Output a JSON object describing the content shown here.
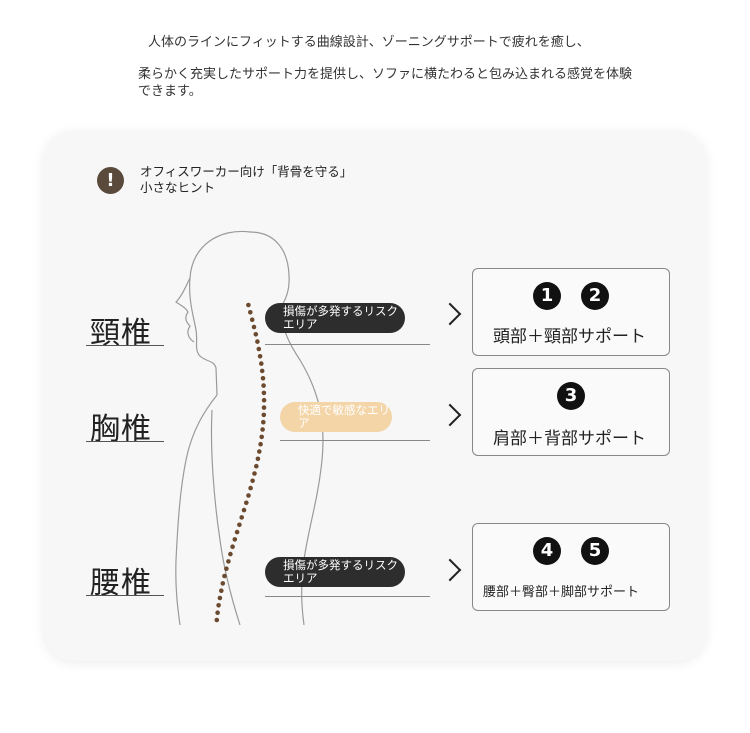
{
  "intro": {
    "line1": "人体のラインにフィットする曲線設計、ゾーニングサポートで疲れを癒し、",
    "line2": "柔らかく充実したサポート力を提供し、ソファに横たわると包み込まれる感覚を体験できます。"
  },
  "hint": {
    "icon_glyph": "!",
    "title": "オフィスワーカー向け「背骨を守る」",
    "subtitle": "小さなヒント"
  },
  "regions": [
    {
      "label": "頸椎",
      "tag": "損傷が多発するリスクエリア",
      "tag_style": "dark",
      "numbers": [
        "1",
        "2"
      ],
      "support": "頭部＋頸部サポート"
    },
    {
      "label": "胸椎",
      "tag": "快適で敏感なエリア",
      "tag_style": "light",
      "numbers": [
        "3"
      ],
      "support": "肩部＋背部サポート"
    },
    {
      "label": "腰椎",
      "tag": "損傷が多発するリスクエリア",
      "tag_style": "dark",
      "numbers": [
        "4",
        "5"
      ],
      "support": "腰部＋臀部＋脚部サポート"
    }
  ],
  "colors": {
    "card_bg": "#f7f7f7",
    "hint_icon": "#5a4a3c",
    "tag_dark": "#2d2d2d",
    "tag_light": "#f3d5a8",
    "spine_dots": "#6b4a2f"
  }
}
